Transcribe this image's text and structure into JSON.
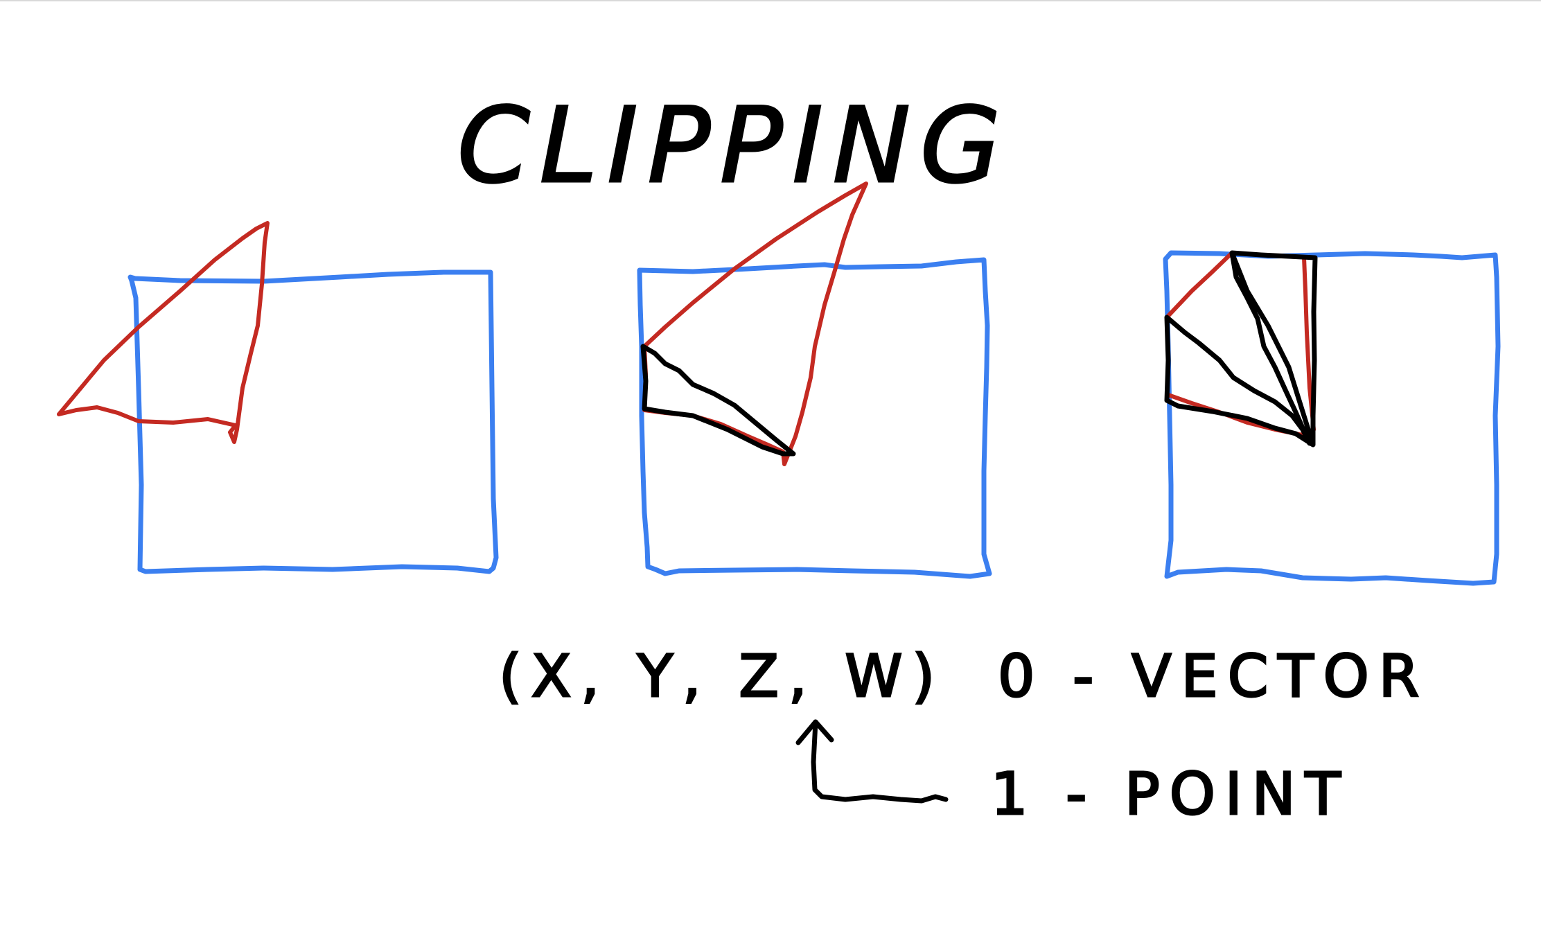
{
  "title": "CLIPPING",
  "homogeneous_coords": "(X, Y, Z, W)",
  "w_legend": {
    "vector": "0 - VECTOR",
    "point": "1 - POINT"
  },
  "colors": {
    "viewport_box": "#3b7ff0",
    "triangle": "#c42a22",
    "clipped_result": "#000000",
    "background": "#ffffff"
  }
}
